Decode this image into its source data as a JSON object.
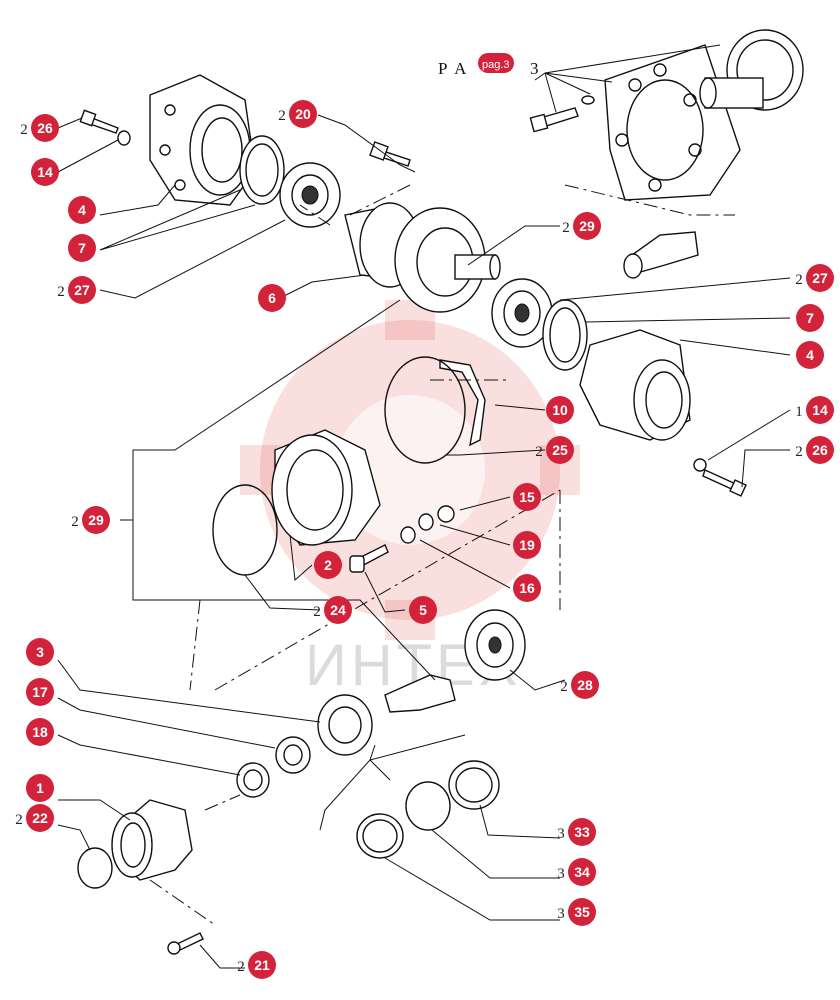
{
  "reference": {
    "prefix": "P A",
    "badge": "pag.3",
    "suffix": "3"
  },
  "watermark": {
    "text": "ИНТЕХ"
  },
  "callouts": [
    {
      "id": "c26a",
      "label": "26",
      "ghost": "2"
    },
    {
      "id": "c14a",
      "label": "14",
      "ghost": ""
    },
    {
      "id": "c4a",
      "label": "4",
      "ghost": ""
    },
    {
      "id": "c7a",
      "label": "7",
      "ghost": ""
    },
    {
      "id": "c27a",
      "label": "27",
      "ghost": "2"
    },
    {
      "id": "c20",
      "label": "20",
      "ghost": "2"
    },
    {
      "id": "c6",
      "label": "6",
      "ghost": ""
    },
    {
      "id": "c29a",
      "label": "29",
      "ghost": "2"
    },
    {
      "id": "c27b",
      "label": "27",
      "ghost": "2"
    },
    {
      "id": "c7b",
      "label": "7",
      "ghost": ""
    },
    {
      "id": "c4b",
      "label": "4",
      "ghost": ""
    },
    {
      "id": "c10",
      "label": "10",
      "ghost": ""
    },
    {
      "id": "c14b",
      "label": "14",
      "ghost": "1"
    },
    {
      "id": "c25",
      "label": "25",
      "ghost": "2"
    },
    {
      "id": "c26b",
      "label": "26",
      "ghost": "2"
    },
    {
      "id": "c15",
      "label": "15",
      "ghost": ""
    },
    {
      "id": "c29b",
      "label": "29",
      "ghost": "2"
    },
    {
      "id": "c19",
      "label": "19",
      "ghost": ""
    },
    {
      "id": "c2",
      "label": "2",
      "ghost": ""
    },
    {
      "id": "c16",
      "label": "16",
      "ghost": ""
    },
    {
      "id": "c5",
      "label": "5",
      "ghost": ""
    },
    {
      "id": "c24",
      "label": "24",
      "ghost": "2"
    },
    {
      "id": "c3",
      "label": "3",
      "ghost": ""
    },
    {
      "id": "c28",
      "label": "28",
      "ghost": "2"
    },
    {
      "id": "c17",
      "label": "17",
      "ghost": ""
    },
    {
      "id": "c18",
      "label": "18",
      "ghost": ""
    },
    {
      "id": "c1",
      "label": "1",
      "ghost": ""
    },
    {
      "id": "c22",
      "label": "22",
      "ghost": "2"
    },
    {
      "id": "c33",
      "label": "33",
      "ghost": "3"
    },
    {
      "id": "c34",
      "label": "34",
      "ghost": "3"
    },
    {
      "id": "c35",
      "label": "35",
      "ghost": "3"
    },
    {
      "id": "c21",
      "label": "21",
      "ghost": "2"
    }
  ]
}
